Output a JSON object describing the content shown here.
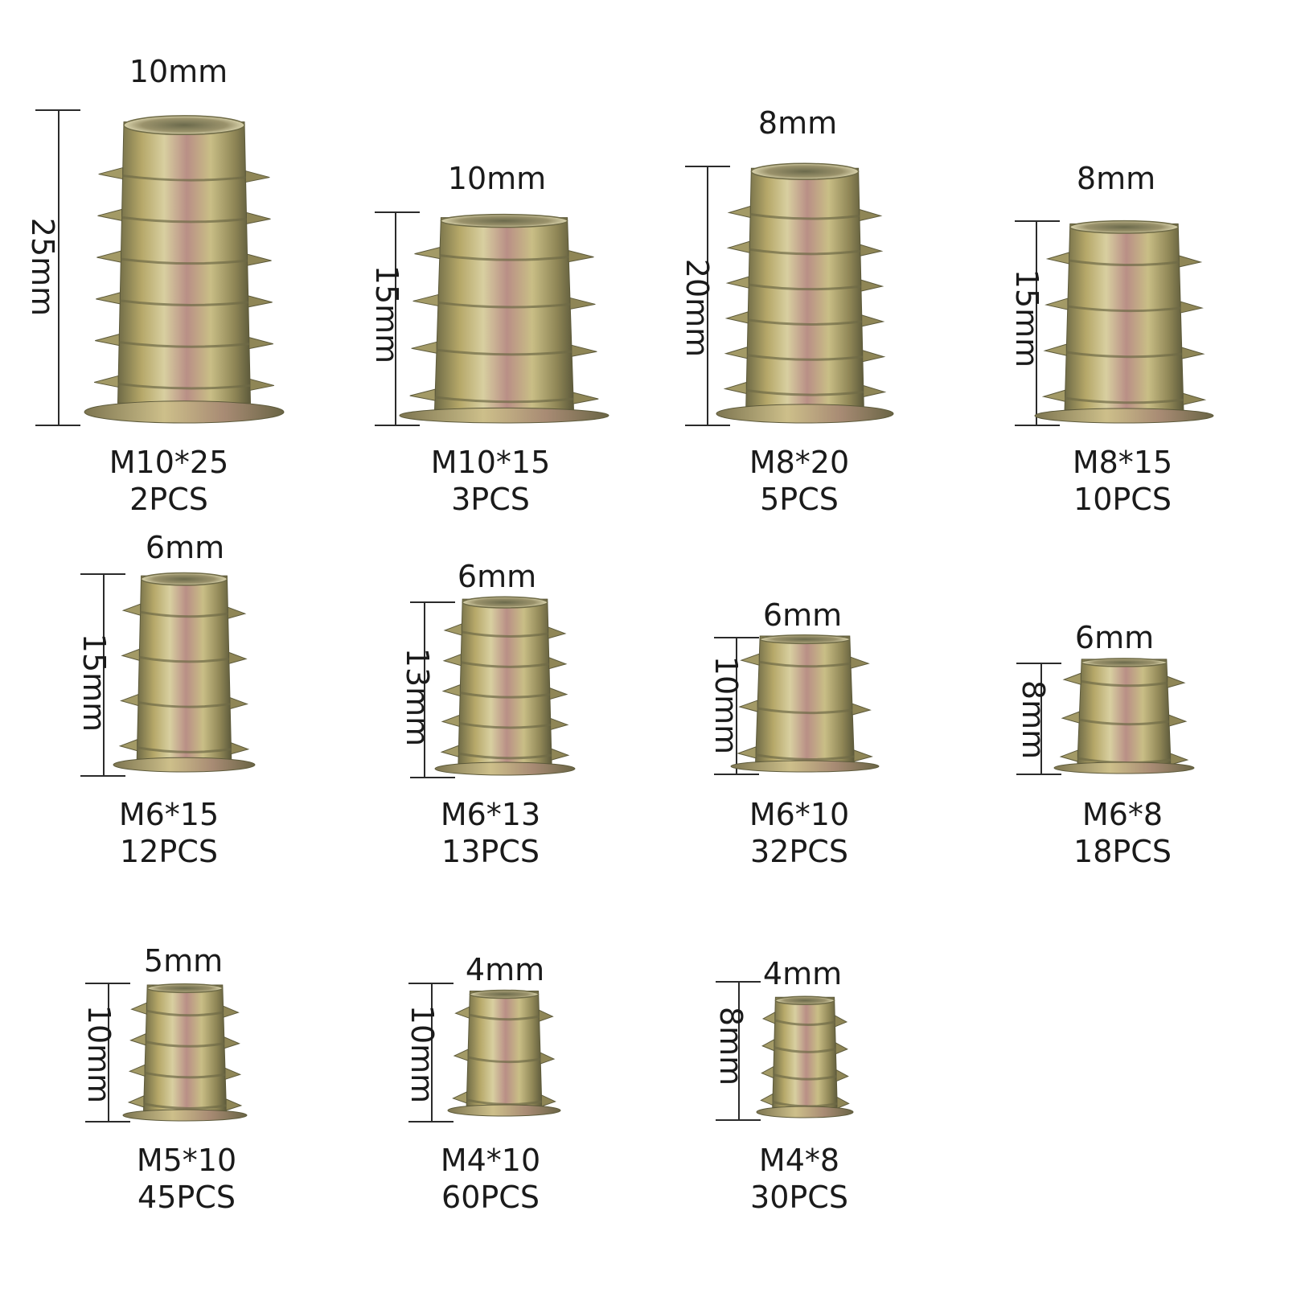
{
  "colors": {
    "metal_light": "#d8cfa0",
    "metal_mid": "#b6a869",
    "metal_dark": "#6e6a46",
    "metal_rose": "#b98f86",
    "ink": "#1a1a1a"
  },
  "items": [
    {
      "diameter": "10mm",
      "height": "25mm",
      "size": "M10*25",
      "qty": "2PCS"
    },
    {
      "diameter": "10mm",
      "height": "15mm",
      "size": "M10*15",
      "qty": "3PCS"
    },
    {
      "diameter": "8mm",
      "height": "20mm",
      "size": "M8*20",
      "qty": "5PCS"
    },
    {
      "diameter": "8mm",
      "height": "15mm",
      "size": "M8*15",
      "qty": "10PCS"
    },
    {
      "diameter": "6mm",
      "height": "15mm",
      "size": "M6*15",
      "qty": "12PCS"
    },
    {
      "diameter": "6mm",
      "height": "13mm",
      "size": "M6*13",
      "qty": "13PCS"
    },
    {
      "diameter": "6mm",
      "height": "10mm",
      "size": "M6*10",
      "qty": "32PCS"
    },
    {
      "diameter": "6mm",
      "height": "8mm",
      "size": "M6*8",
      "qty": "18PCS"
    },
    {
      "diameter": "5mm",
      "height": "10mm",
      "size": "M5*10",
      "qty": "45PCS"
    },
    {
      "diameter": "4mm",
      "height": "10mm",
      "size": "M4*10",
      "qty": "60PCS"
    },
    {
      "diameter": "4mm",
      "height": "8mm",
      "size": "M4*8",
      "qty": "30PCS"
    }
  ]
}
